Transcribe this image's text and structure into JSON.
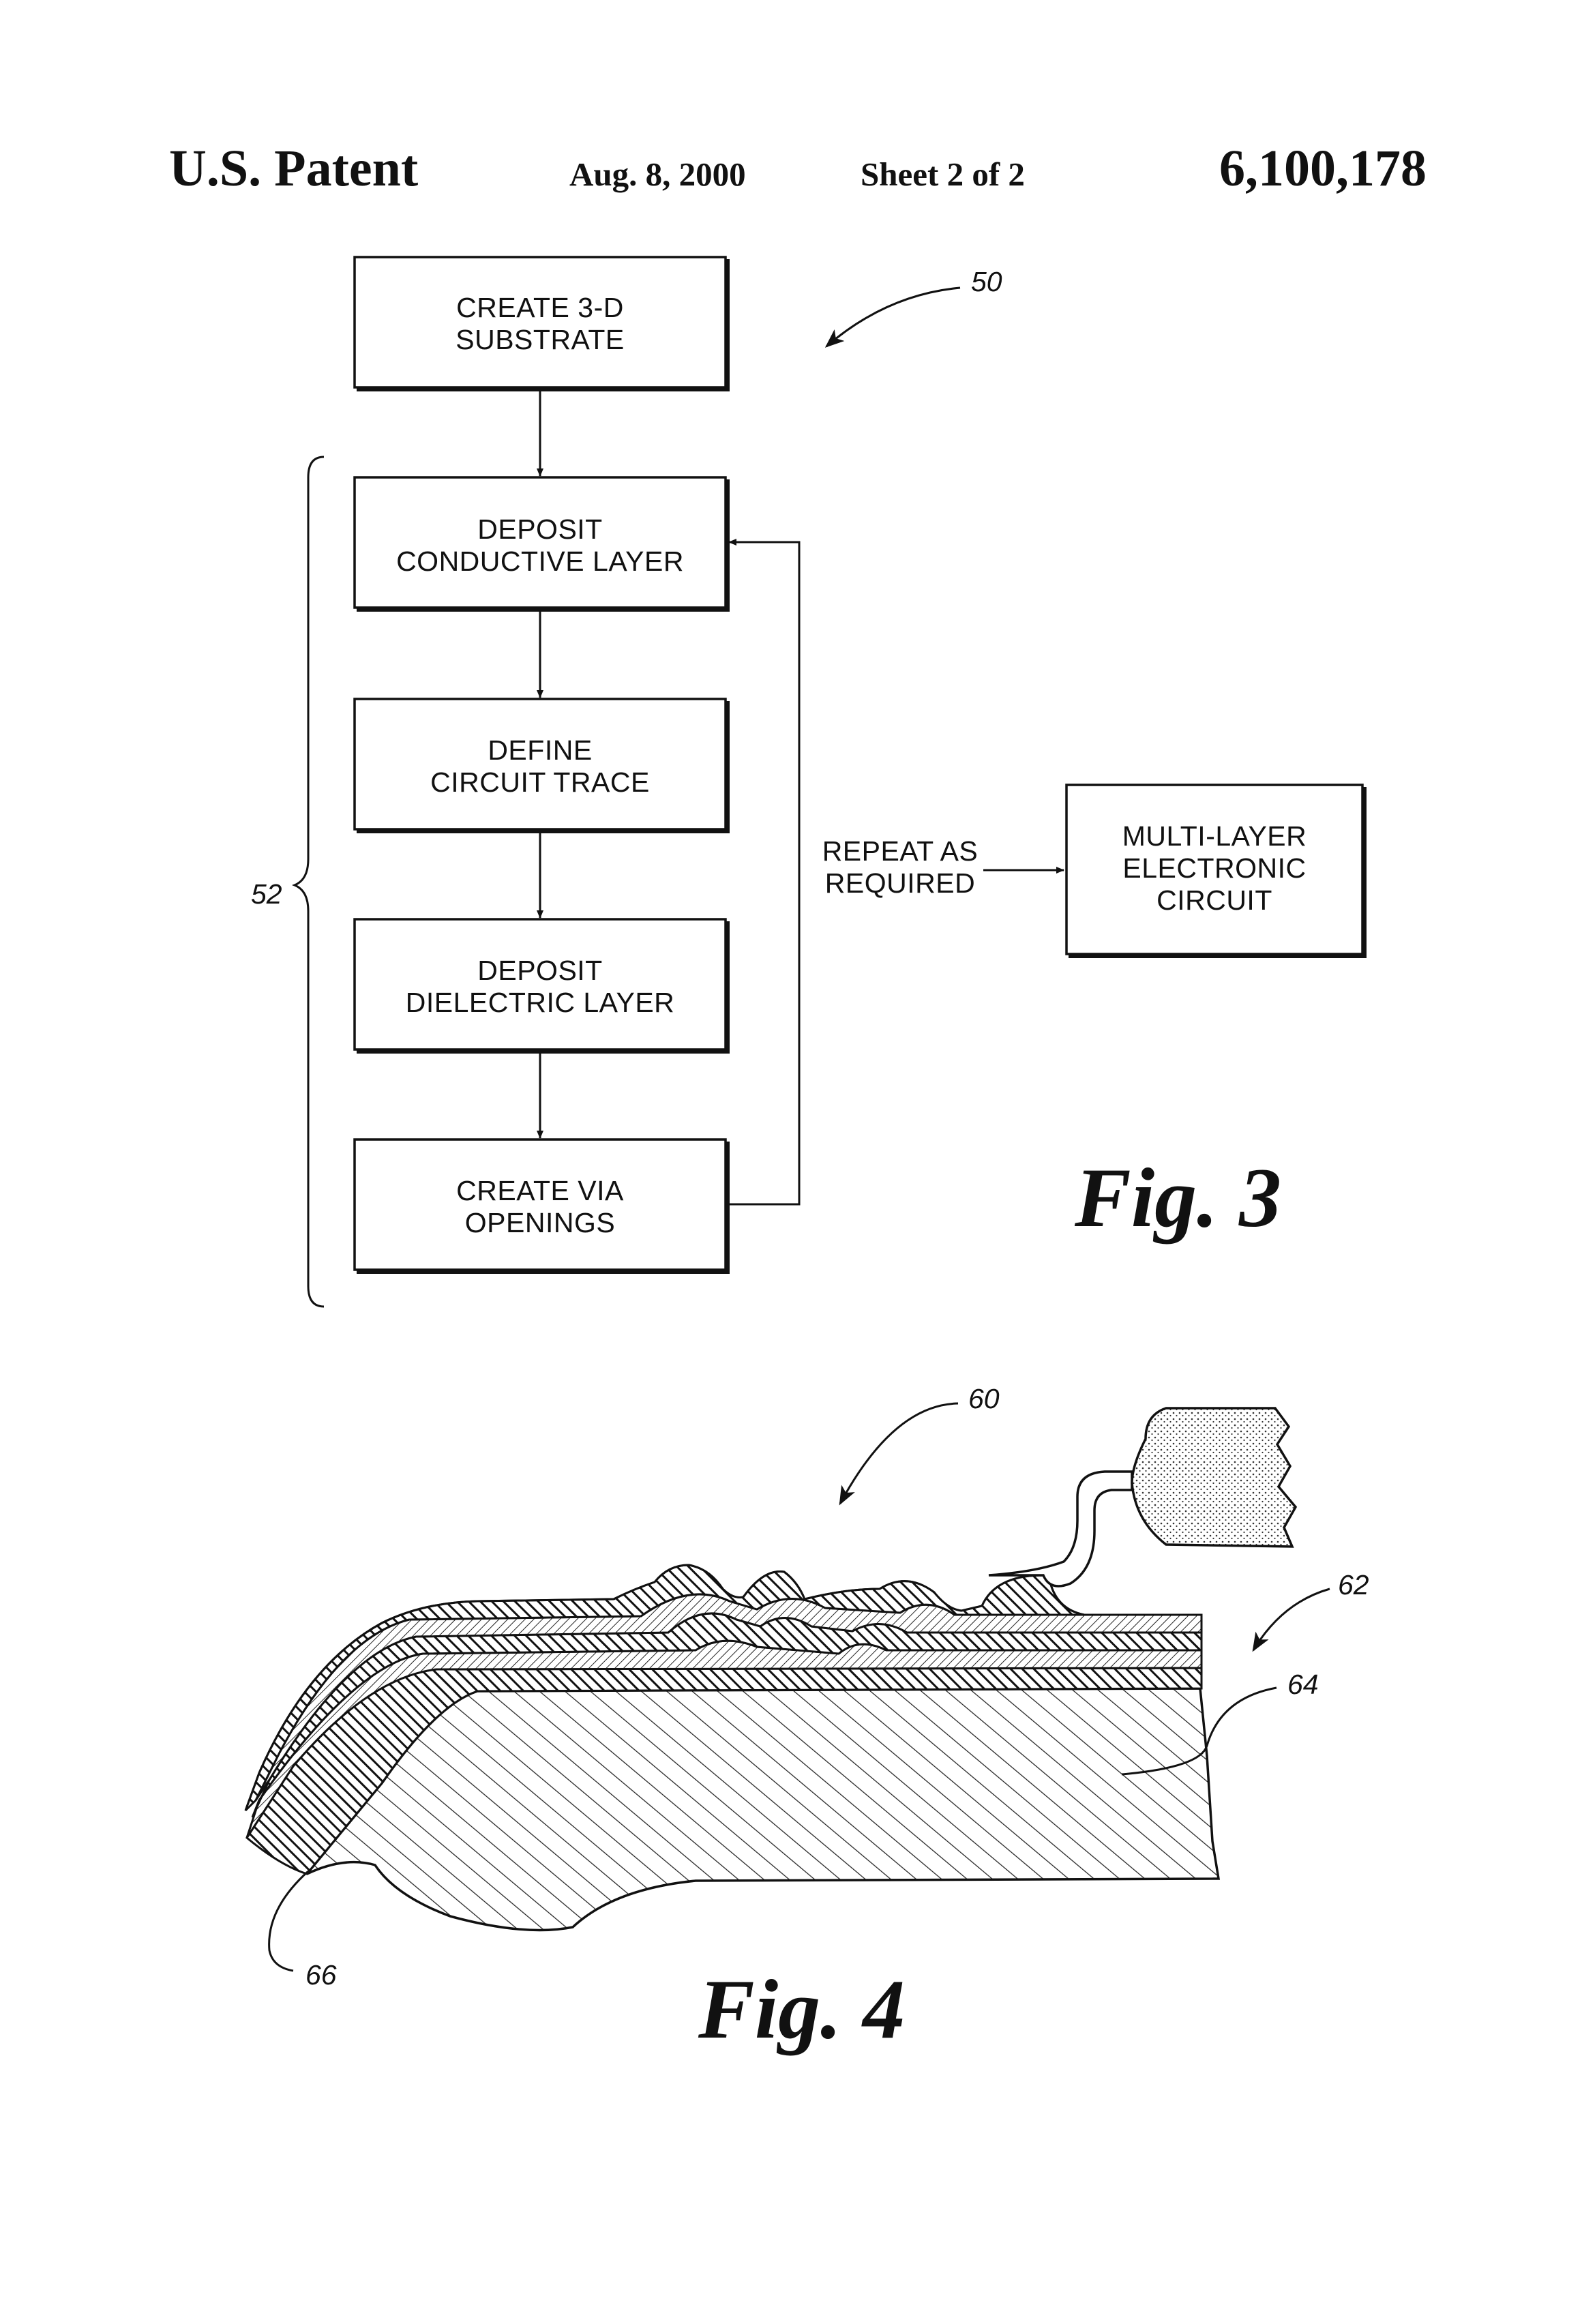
{
  "header": {
    "left": "U.S. Patent",
    "date": "Aug. 8, 2000",
    "sheet": "Sheet 2 of 2",
    "number": "6,100,178"
  },
  "fig3": {
    "caption": "Fig. 3",
    "boxes": [
      {
        "line1": "CREATE 3-D",
        "line2": "SUBSTRATE"
      },
      {
        "line1": "DEPOSIT",
        "line2": "CONDUCTIVE LAYER"
      },
      {
        "line1": "DEFINE",
        "line2": "CIRCUIT TRACE"
      },
      {
        "line1": "DEPOSIT",
        "line2": "DIELECTRIC LAYER"
      },
      {
        "line1": "CREATE VIA",
        "line2": "OPENINGS"
      }
    ],
    "repeat_label": {
      "line1": "REPEAT AS",
      "line2": "REQUIRED"
    },
    "result_box": {
      "line1": "MULTI-LAYER",
      "line2": "ELECTRONIC",
      "line3": "CIRCUIT"
    },
    "refs": {
      "process": "50",
      "bracket": "52"
    }
  },
  "fig4": {
    "caption": "Fig. 4",
    "refs": {
      "assembly": "60",
      "circuit": "62",
      "substrate": "64",
      "layer": "66"
    }
  }
}
